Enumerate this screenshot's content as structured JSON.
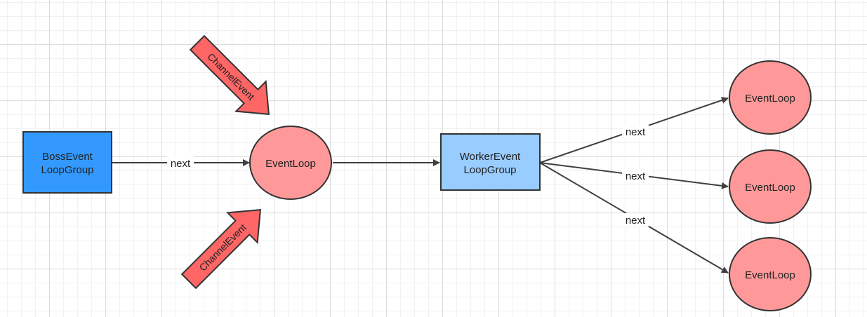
{
  "colors": {
    "boss_fill": "#3399ff",
    "worker_fill": "#99ccff",
    "eventloop_fill": "#ff9999",
    "event_arrow_fill": "#ff6666",
    "stroke": "#333333",
    "edge": "#404040"
  },
  "nodes": {
    "boss": {
      "line1": "BossEvent",
      "line2": "LoopGroup"
    },
    "worker": {
      "line1": "WorkerEvent",
      "line2": "LoopGroup"
    },
    "boss_loop": {
      "label": "EventLoop"
    },
    "worker_loop_1": {
      "label": "EventLoop"
    },
    "worker_loop_2": {
      "label": "EventLoop"
    },
    "worker_loop_3": {
      "label": "EventLoop"
    }
  },
  "edges": {
    "boss_to_loop": {
      "label": "next"
    },
    "worker_to_loop_1": {
      "label": "next"
    },
    "worker_to_loop_2": {
      "label": "next"
    },
    "worker_to_loop_3": {
      "label": "next"
    }
  },
  "events": {
    "top": {
      "label": "ChannelEvent"
    },
    "bottom": {
      "label": "ChannelEvent"
    }
  }
}
